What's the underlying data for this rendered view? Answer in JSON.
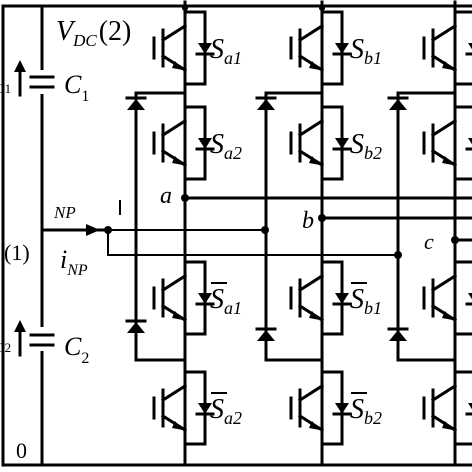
{
  "labels": {
    "vdc": "V",
    "vdc_sub": "DC",
    "vdc_node": "(2)",
    "c1": "C",
    "c1_sub": "1",
    "c2": "C",
    "c2_sub": "2",
    "vc1_partial": "C1",
    "vc2_partial": "C2",
    "np": "NP",
    "node_np": "(1)",
    "inp": "i",
    "inp_sub": "NP",
    "node_zero": "0",
    "phase_a": "a",
    "phase_b": "b",
    "phase_c": "c"
  },
  "switches": {
    "sa1": {
      "name": "S",
      "sub": "a1",
      "overline": false
    },
    "sa2": {
      "name": "S",
      "sub": "a2",
      "overline": false
    },
    "sa1b": {
      "name": "S",
      "sub": "a1",
      "overline": true
    },
    "sa2b": {
      "name": "S",
      "sub": "a2",
      "overline": true
    },
    "sb1": {
      "name": "S",
      "sub": "b1",
      "overline": false
    },
    "sb2": {
      "name": "S",
      "sub": "b2",
      "overline": false
    },
    "sb1b": {
      "name": "S",
      "sub": "b1",
      "overline": true
    },
    "sb2b": {
      "name": "S",
      "sub": "b2",
      "overline": true
    }
  }
}
